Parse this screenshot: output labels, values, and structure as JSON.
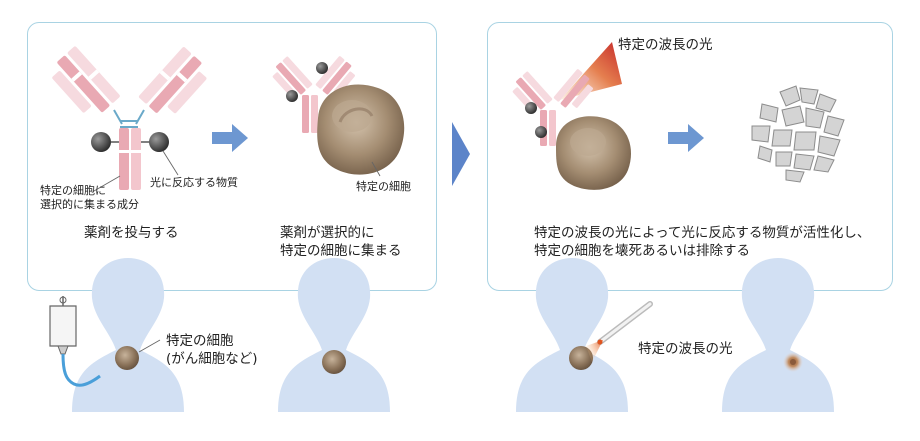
{
  "left_panel": {
    "label_selective_part": [
      "特定の細胞に",
      "選択的に集まる成分"
    ],
    "label_light_reactive": "光に反応する物質",
    "label_target_cell": "特定の細胞",
    "step1_caption": "薬剤を投与する",
    "step2_caption": [
      "薬剤が選択的に",
      "特定の細胞に集まる"
    ]
  },
  "right_panel": {
    "light_label": "特定の波長の光",
    "caption": [
      "特定の波長の光によって光に反応する物質が活性化し、",
      "特定の細胞を壊死あるいは排除する"
    ]
  },
  "bottom": {
    "cell_label": [
      "特定の細胞",
      "(がん細胞など)"
    ],
    "light_label": "特定の波長の光"
  },
  "colors": {
    "panel_border": "#a9d3e3",
    "body_fill": "#d2e0f3",
    "antibody_pink": "#e9a9b3",
    "antibody_light": "#f6dadf",
    "cell_brown": "#8a7259",
    "arrow_blue": "#6d97d1",
    "light_red": "#c62a2a"
  }
}
